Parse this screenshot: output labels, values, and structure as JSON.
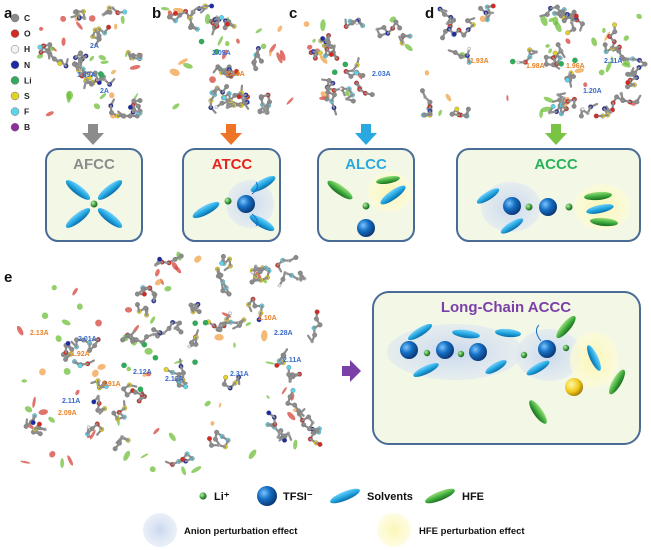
{
  "panels": {
    "a": {
      "letter": "a",
      "box_title": "AFCC",
      "title_color": "#8c8c8c"
    },
    "b": {
      "letter": "b",
      "box_title": "ATCC",
      "title_color": "#e8231f"
    },
    "c": {
      "letter": "c",
      "box_title": "ALCC",
      "title_color": "#29a9e0"
    },
    "d": {
      "letter": "d",
      "box_title": "ACCC",
      "title_color": "#26b35a"
    },
    "e": {
      "letter": "e",
      "box_title": "Long-Chain ACCC",
      "title_color": "#7b3fa8"
    }
  },
  "element_legend": [
    {
      "symbol": "C",
      "color": "#8a8a8a"
    },
    {
      "symbol": "O",
      "color": "#d42a22"
    },
    {
      "symbol": "H",
      "color": "#f2f2f2"
    },
    {
      "symbol": "N",
      "color": "#1d2aa8"
    },
    {
      "symbol": "Li",
      "color": "#35a85c"
    },
    {
      "symbol": "S",
      "color": "#e2d128"
    },
    {
      "symbol": "F",
      "color": "#5fd3e8"
    },
    {
      "symbol": "B",
      "color": "#8e2f9e"
    }
  ],
  "distances": {
    "a": [
      "2A",
      "1.89A",
      "2A"
    ],
    "b": [
      "2.05A",
      "2.14A"
    ],
    "c": [
      "2.03A"
    ],
    "d": [
      "1.93A",
      "1.98A",
      "1.96A",
      "2.11A",
      "1.20A"
    ],
    "e_orange": [
      "2.13A",
      "1.92A",
      "1.91A",
      "2.09A",
      "2.10A"
    ],
    "e_blue": [
      "2.01A",
      "2.12A",
      "2.12A",
      "2.11A",
      "2.31A",
      "2.28A",
      "2.11A"
    ]
  },
  "arrow_colors": {
    "a": "#8c8c8c",
    "b": "#ee7427",
    "c": "#29a9e0",
    "d": "#79c443",
    "e": "#7b3fa8"
  },
  "legend": {
    "li": "Li⁺",
    "tfsi": "TFSI⁻",
    "solvents": "Solvents",
    "hfe": "HFE",
    "anion_effect": "Anion perturbation effect",
    "hfe_effect": "HFE perturbation effect"
  },
  "colors": {
    "box_fill": "#f3f8e6",
    "box_border": "#4a6b96",
    "solvent": "#1fa3dc",
    "hfe": "#3daa3d",
    "li": "#3d9b3d",
    "tfsi": "#1670c4",
    "anion_halo": "#c9d8ee",
    "hfe_halo": "#fbf6b5"
  }
}
